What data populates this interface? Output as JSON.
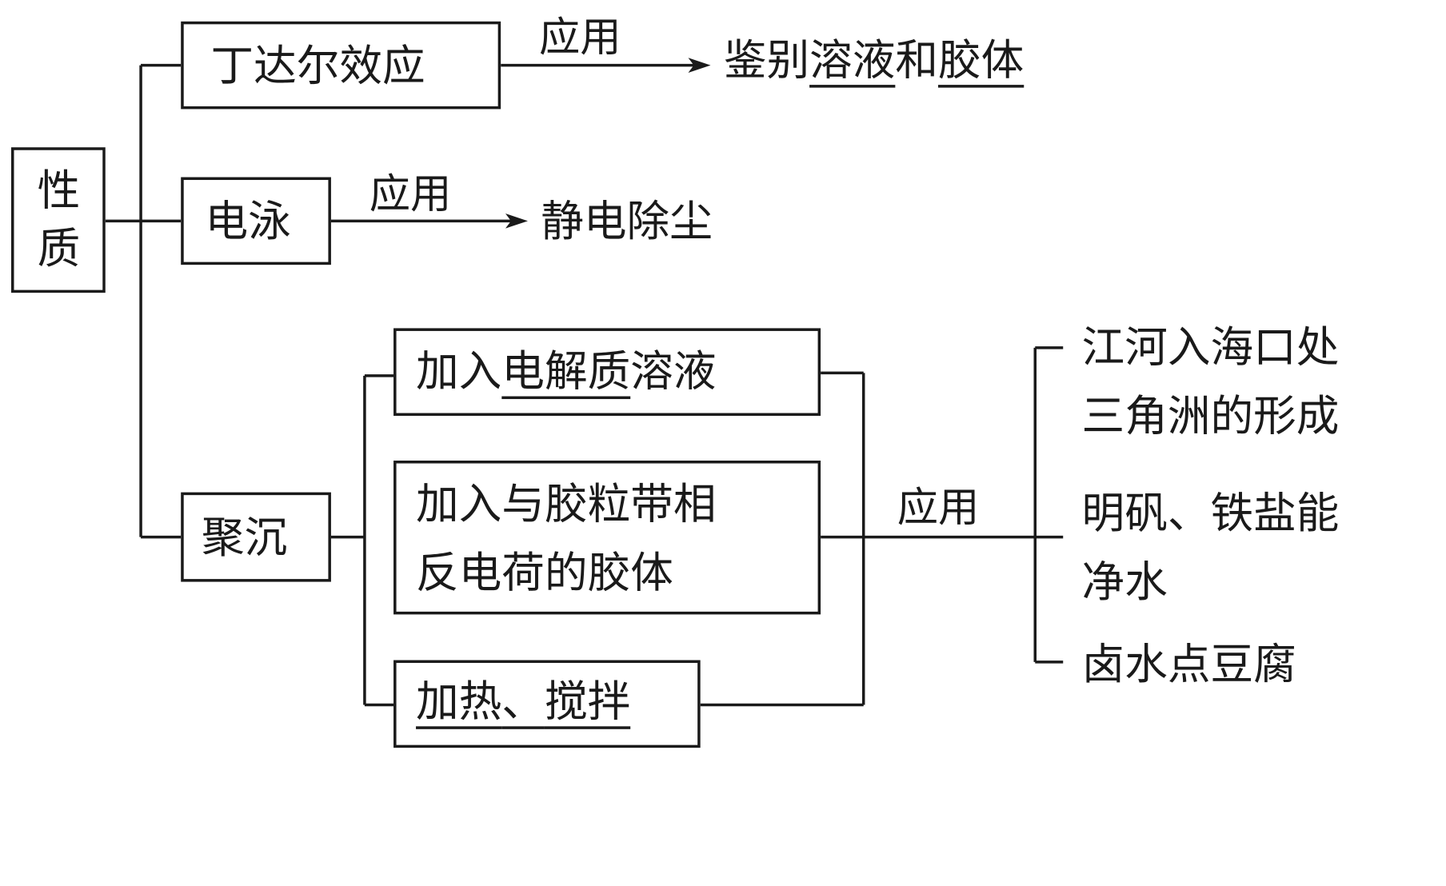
{
  "root": {
    "chars": [
      "性",
      "质"
    ]
  },
  "properties": {
    "tyndall": {
      "label": "丁达尔效应",
      "applies": "应用",
      "result": {
        "prefix": "鉴别",
        "u1": "溶液",
        "mid": "和",
        "u2": "胶体"
      }
    },
    "electrophoresis": {
      "label": "电泳",
      "applies": "应用",
      "result": "静电除尘"
    },
    "coagulation": {
      "label": "聚沉",
      "methods": {
        "m1": {
          "prefix": "加入",
          "u": "电解质",
          "suffix": "溶液"
        },
        "m2": {
          "line1": "加入与胶粒带相",
          "line2": "反电荷的胶体"
        },
        "m3": {
          "u1": "加热",
          "sep": "、",
          "u2": "搅拌"
        }
      },
      "applies": "应用",
      "examples": {
        "e1": {
          "line1": "江河入海口处",
          "line2": "三角洲的形成"
        },
        "e2": {
          "line1": "明矾、铁盐能",
          "line2": "净水"
        },
        "e3": "卤水点豆腐"
      }
    }
  }
}
